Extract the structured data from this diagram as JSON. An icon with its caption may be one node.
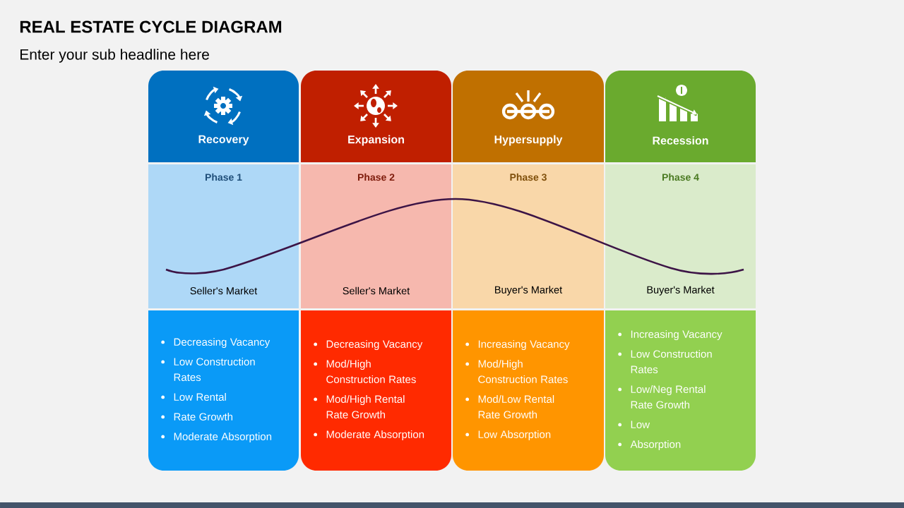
{
  "diagram": {
    "title": "REAL ESTATE CYCLE DIAGRAM",
    "nodes": [
      {
        "text": [
          "Recovery"
        ]
      },
      {
        "text": [
          "Phase 1",
          "Seller's Market"
        ]
      },
      {
        "text": [
          "Decreasing Vacancy",
          "Low Construction Rates",
          "Low Rental",
          "Rate Growth",
          "Moderate Absorption"
        ]
      },
      {
        "text": [
          "Expansion"
        ]
      },
      {
        "text": [
          "Phase 2",
          "Seller's Market"
        ]
      },
      {
        "text": [
          "Decreasing Vacancy",
          "Mod/High Construction Rates",
          "Mod/High Rental Rate Growth",
          "Moderate Absorption"
        ]
      },
      {
        "text": [
          "Hypersupply"
        ]
      },
      {
        "text": [
          "Phase 3",
          "Buyer's Market"
        ]
      },
      {
        "text": [
          "Increasing Vacancy",
          "Mod/High Construction Rates",
          "Mod/Low Rental Rate Growth",
          "Low Absorption"
        ]
      },
      {
        "text": [
          "Recession"
        ]
      },
      {
        "text": [
          "Phase 4",
          "Buyer's Market"
        ]
      },
      {
        "text": [
          "Increasing Vacancy",
          "Low Construction Rates",
          "Low/Neg Rental Rate Growth",
          "Low",
          "Absorption"
        ]
      }
    ],
    "labels": [
      "Enter your sub headline here"
    ]
  }
}
